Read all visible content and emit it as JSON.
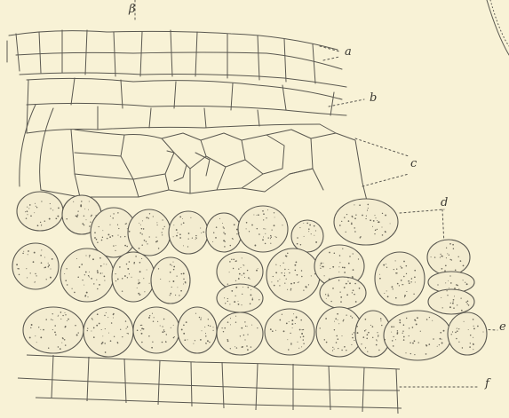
{
  "figure": {
    "background": "#f8f2d6",
    "ink": "#5a5850",
    "stipple_cell_fill": "#f3ecd0",
    "labels": {
      "beta": "β",
      "a": "a",
      "b": "b",
      "c": "c",
      "d": "d",
      "e": "e",
      "f": "f"
    }
  }
}
